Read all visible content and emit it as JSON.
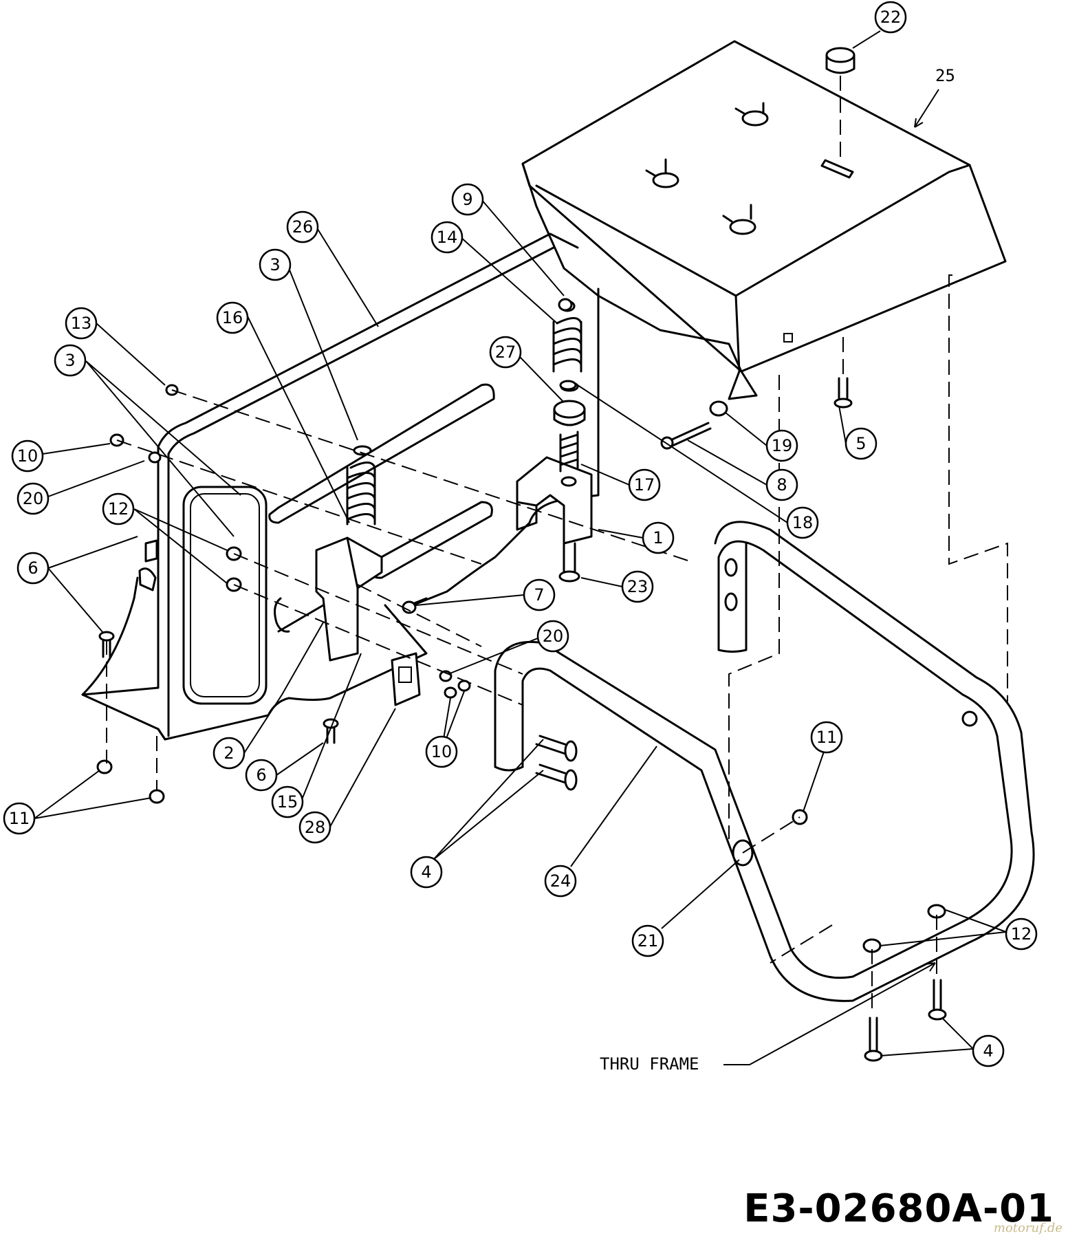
{
  "diagram": {
    "code": "E3-02680A-01",
    "watermark": "motoruf.de",
    "thru_frame_label": "THRU FRAME",
    "plain_label_25": "25",
    "callouts": [
      "22",
      "9",
      "14",
      "26",
      "3",
      "16",
      "13",
      "3",
      "27",
      "10",
      "20",
      "17",
      "19",
      "5",
      "8",
      "18",
      "12",
      "1",
      "6",
      "23",
      "7",
      "20",
      "2",
      "10",
      "6",
      "11",
      "15",
      "28",
      "4",
      "24",
      "11",
      "21",
      "12",
      "4"
    ]
  }
}
